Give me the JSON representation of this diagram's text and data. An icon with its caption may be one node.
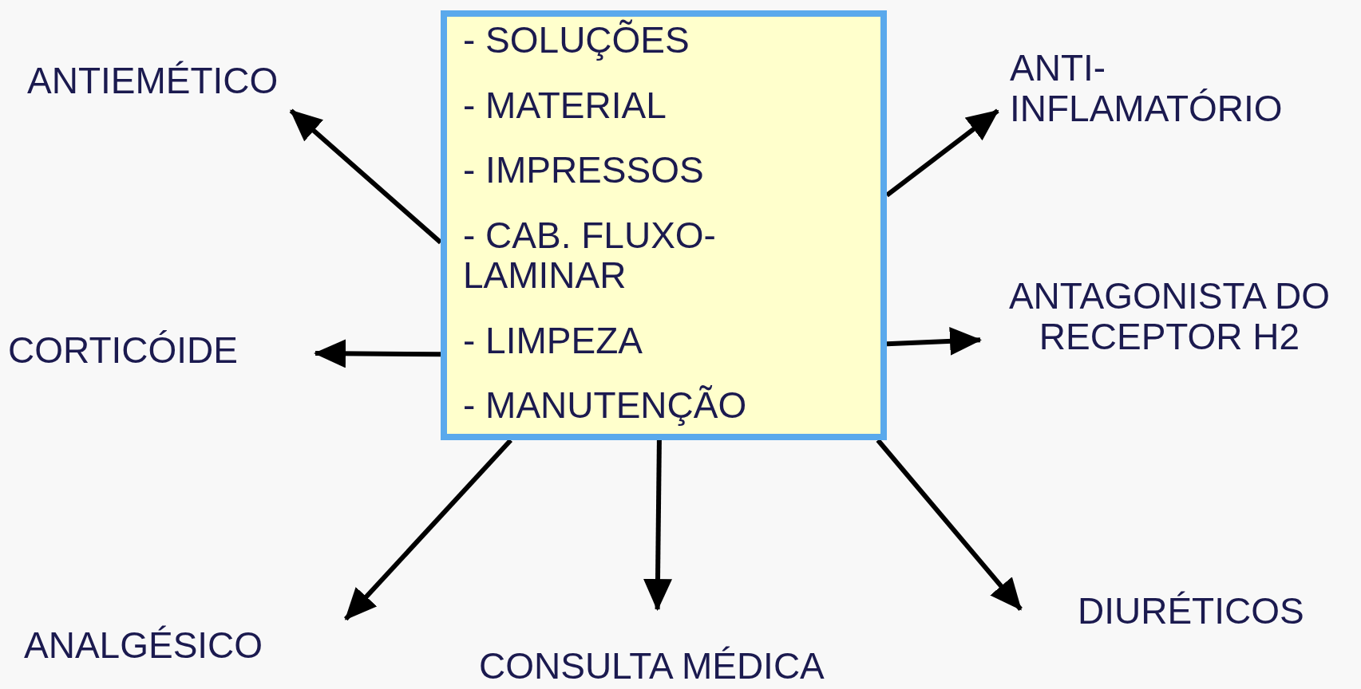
{
  "diagram": {
    "nodes": [
      {
        "text": [
          "- SOLUÇÕES",
          "- MATERIAL",
          "- IMPRESSOS",
          "- CAB. FLUXO- LAMINAR",
          "- LIMPEZA",
          "- MANUTENÇÃO"
        ]
      },
      {
        "text": [
          "ANTIEMÉTICO"
        ]
      },
      {
        "text": [
          "ANTI- INFLAMATÓRIO"
        ]
      },
      {
        "text": [
          "CORTICÓIDE"
        ]
      },
      {
        "text": [
          "ANTAGONISTA DO RECEPTOR H2"
        ]
      },
      {
        "text": [
          "ANALGÉSICO"
        ]
      },
      {
        "text": [
          "CONSULTA MÉDICA"
        ]
      },
      {
        "text": [
          "DIURÉTICOS"
        ]
      }
    ],
    "edges": [
      {
        "from": 0,
        "to": 1,
        "arrow": "to"
      },
      {
        "from": 0,
        "to": 2,
        "arrow": "to"
      },
      {
        "from": 0,
        "to": 3,
        "arrow": "to"
      },
      {
        "from": 0,
        "to": 4,
        "arrow": "to"
      },
      {
        "from": 0,
        "to": 5,
        "arrow": "to"
      },
      {
        "from": 0,
        "to": 6,
        "arrow": "to"
      },
      {
        "from": 0,
        "to": 7,
        "arrow": "to"
      }
    ]
  }
}
